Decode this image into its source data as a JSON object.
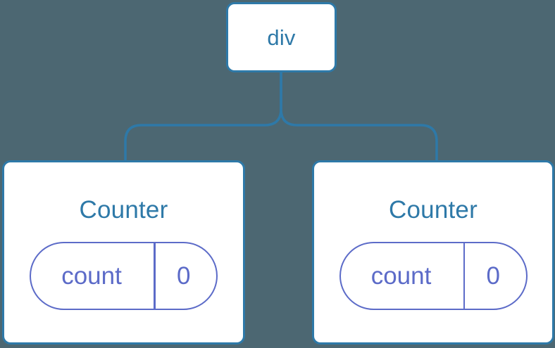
{
  "diagram": {
    "type": "component-tree",
    "background_color": "#4c6772",
    "node_border_color": "#2e79a8",
    "node_fill_color": "#ffffff",
    "edge_color": "#2e79a8",
    "state_color": "#5c6bc8",
    "root": {
      "label": "div"
    },
    "children": [
      {
        "label": "Counter",
        "state": {
          "key": "count",
          "value": "0"
        }
      },
      {
        "label": "Counter",
        "state": {
          "key": "count",
          "value": "0"
        }
      }
    ]
  }
}
